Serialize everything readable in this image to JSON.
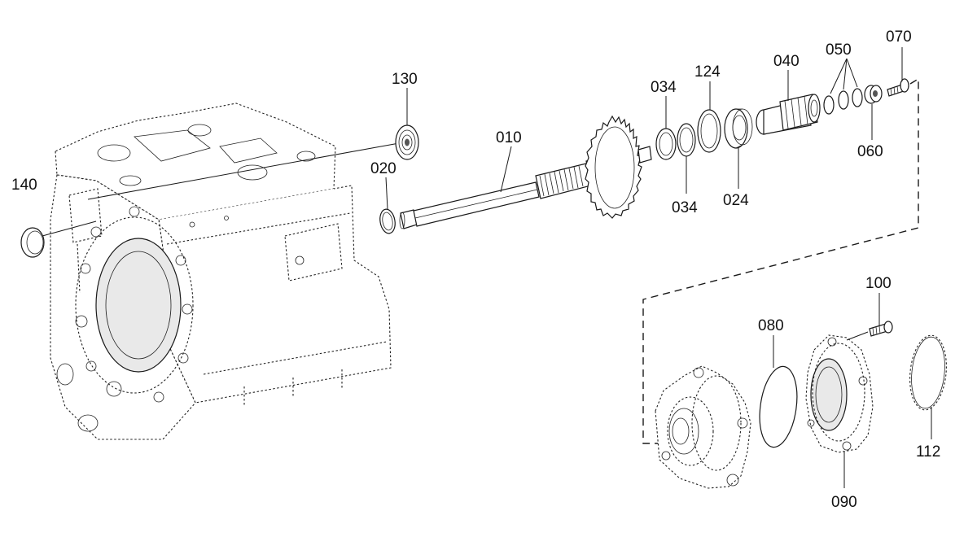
{
  "labels": {
    "p010": "010",
    "p020": "020",
    "p024": "024",
    "p034a": "034",
    "p034b": "034",
    "p040": "040",
    "p050": "050",
    "p060": "060",
    "p070": "070",
    "p080": "080",
    "p090": "090",
    "p100": "100",
    "p112": "112",
    "p124": "124",
    "p130": "130",
    "p140": "140"
  },
  "colors": {
    "ink": "#1a1a1a",
    "background": "#ffffff"
  }
}
